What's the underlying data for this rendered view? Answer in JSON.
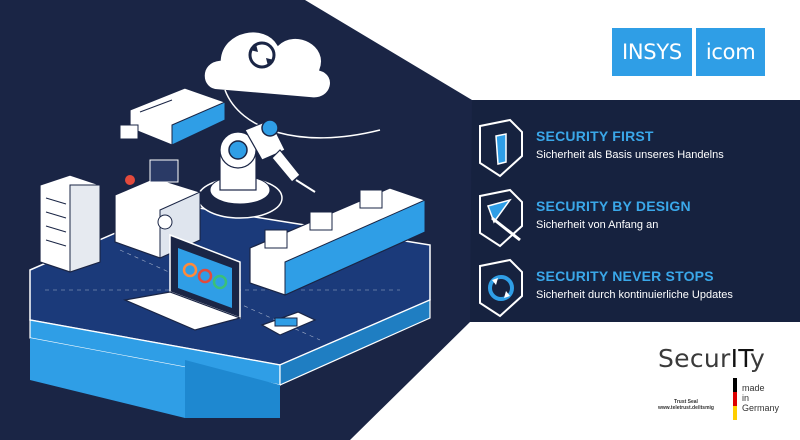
{
  "brand": {
    "part1": "INSYS",
    "part2": "icom",
    "color": "#2f9ee6"
  },
  "colors": {
    "navy": "#1a2545",
    "panel": "#142040",
    "accent": "#3aa8ea",
    "line_white": "#ffffff"
  },
  "features": [
    {
      "icon": "shield-key-icon",
      "title": "SECURITY FIRST",
      "subtitle": "Sicherheit als Basis unseres Handelns"
    },
    {
      "icon": "shield-pen-icon",
      "title": "SECURITY BY DESIGN",
      "subtitle": "Sicherheit von Anfang an"
    },
    {
      "icon": "shield-refresh-icon",
      "title": "SECURITY NEVER STOPS",
      "subtitle": "Sicherheit durch kontinuierliche Updates"
    }
  ],
  "seal": {
    "word_start": "Secur",
    "word_mid": "IT",
    "word_end": "y",
    "made_line1": "made",
    "made_line2": "in",
    "made_line3": "Germany",
    "trust_line1": "Trust Seal",
    "trust_line2": "www.teletrust.de/itsmig"
  },
  "illustration": {
    "items": [
      "cloud-sync-icon",
      "router-device-icon",
      "robot-arm-icon",
      "server-rack-icon",
      "controller-device-icon",
      "laptop-icon",
      "din-rail-modules-icon",
      "usb-stick-icon"
    ]
  }
}
